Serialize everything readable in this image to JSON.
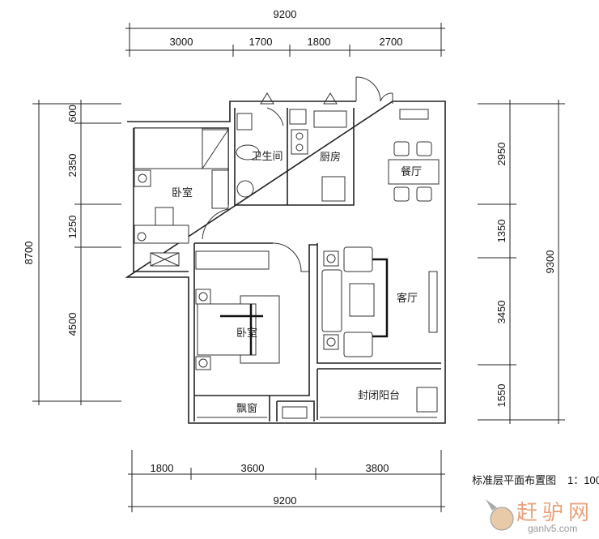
{
  "dimensions": {
    "top_total": "9200",
    "top_segments": [
      "3000",
      "1700",
      "1800",
      "2700"
    ],
    "left_total": "8700",
    "left_segments": [
      "600",
      "2350",
      "1250",
      "4500"
    ],
    "right_total": "9300",
    "right_segments": [
      "2950",
      "1350",
      "3450",
      "1550"
    ],
    "bottom_segments": [
      "1800",
      "3600",
      "3800"
    ],
    "bottom_total": "9200"
  },
  "rooms": {
    "bathroom": "卫生间",
    "kitchen": "厨房",
    "dining": "餐厅",
    "bedroom_secondary": "卧室",
    "living": "客厅",
    "bedroom_master": "卧室",
    "balcony": "封闭阳台",
    "bay_window": "飘窗"
  },
  "caption": {
    "title": "标准层平面布置图",
    "scale": "1：100"
  },
  "watermark": {
    "name": "赶驴网",
    "url": "ganlv5.com"
  }
}
